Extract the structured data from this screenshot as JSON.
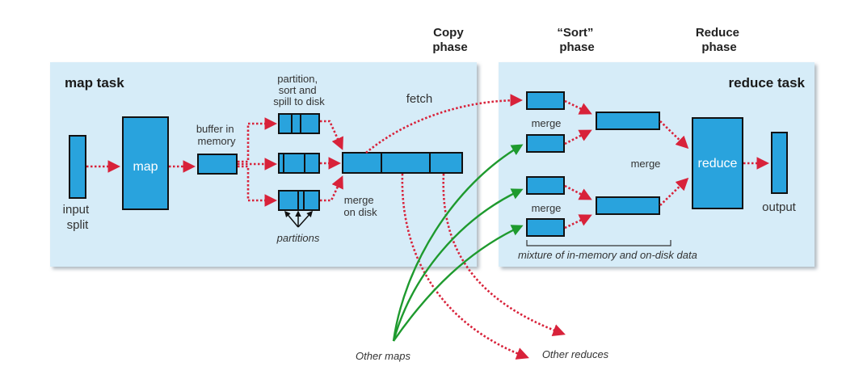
{
  "phases": {
    "copy": [
      "Copy",
      "phase"
    ],
    "sort": [
      "“Sort”",
      "phase"
    ],
    "reduce": [
      "Reduce",
      "phase"
    ]
  },
  "map_task": {
    "title": "map task",
    "input_split": [
      "input",
      "split"
    ],
    "map": "map",
    "buffer": [
      "buffer in",
      "memory"
    ],
    "spill": [
      "partition,",
      "sort and",
      "spill to disk"
    ],
    "partitions": "partitions",
    "merge_on_disk": [
      "merge",
      "on disk"
    ],
    "fetch": "fetch"
  },
  "reduce_task": {
    "title": "reduce task",
    "merge_top": "merge",
    "merge_bottom": "merge",
    "merge_middle": "merge",
    "reduce": "reduce",
    "output": "output",
    "mixture": "mixture of in-memory and on-disk data"
  },
  "external": {
    "other_maps": "Other maps",
    "other_reduces": "Other reduces"
  },
  "colors": {
    "panel": "#d6ecf8",
    "box": "#29a3dd",
    "data_flow": "#d8223a",
    "other_maps_flow": "#1e9a2e"
  }
}
